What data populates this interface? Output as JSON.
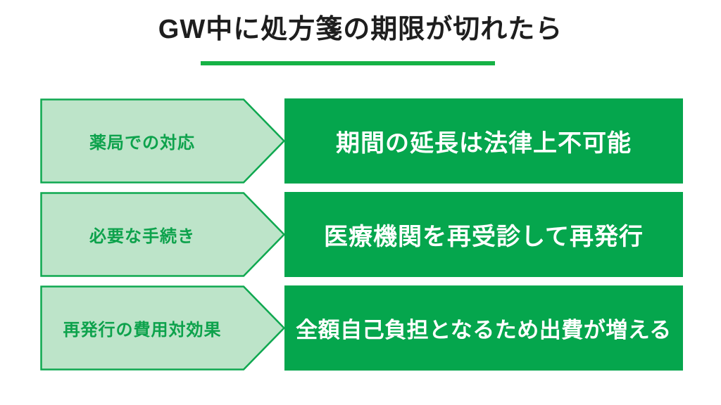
{
  "title": "GW中に処方箋の期限が切れたら",
  "colors": {
    "title-color": "#1e1e1e",
    "accent-green": "#16b245",
    "dark-green": "#05a64d",
    "arrow-fill": "#bde4c9",
    "arrow-border": "#0fa850",
    "label-green": "#0da24c",
    "desc-text": "#ffffff",
    "bg": "#ffffff"
  },
  "rows": [
    {
      "label": "薬局での対応",
      "description": "期間の延長は法律上不可能"
    },
    {
      "label": "必要な手続き",
      "description": "医療機関を再受診して再発行"
    },
    {
      "label": "再発行の費用対効果",
      "description": "全額自己負担となるため出費が増える"
    }
  ]
}
